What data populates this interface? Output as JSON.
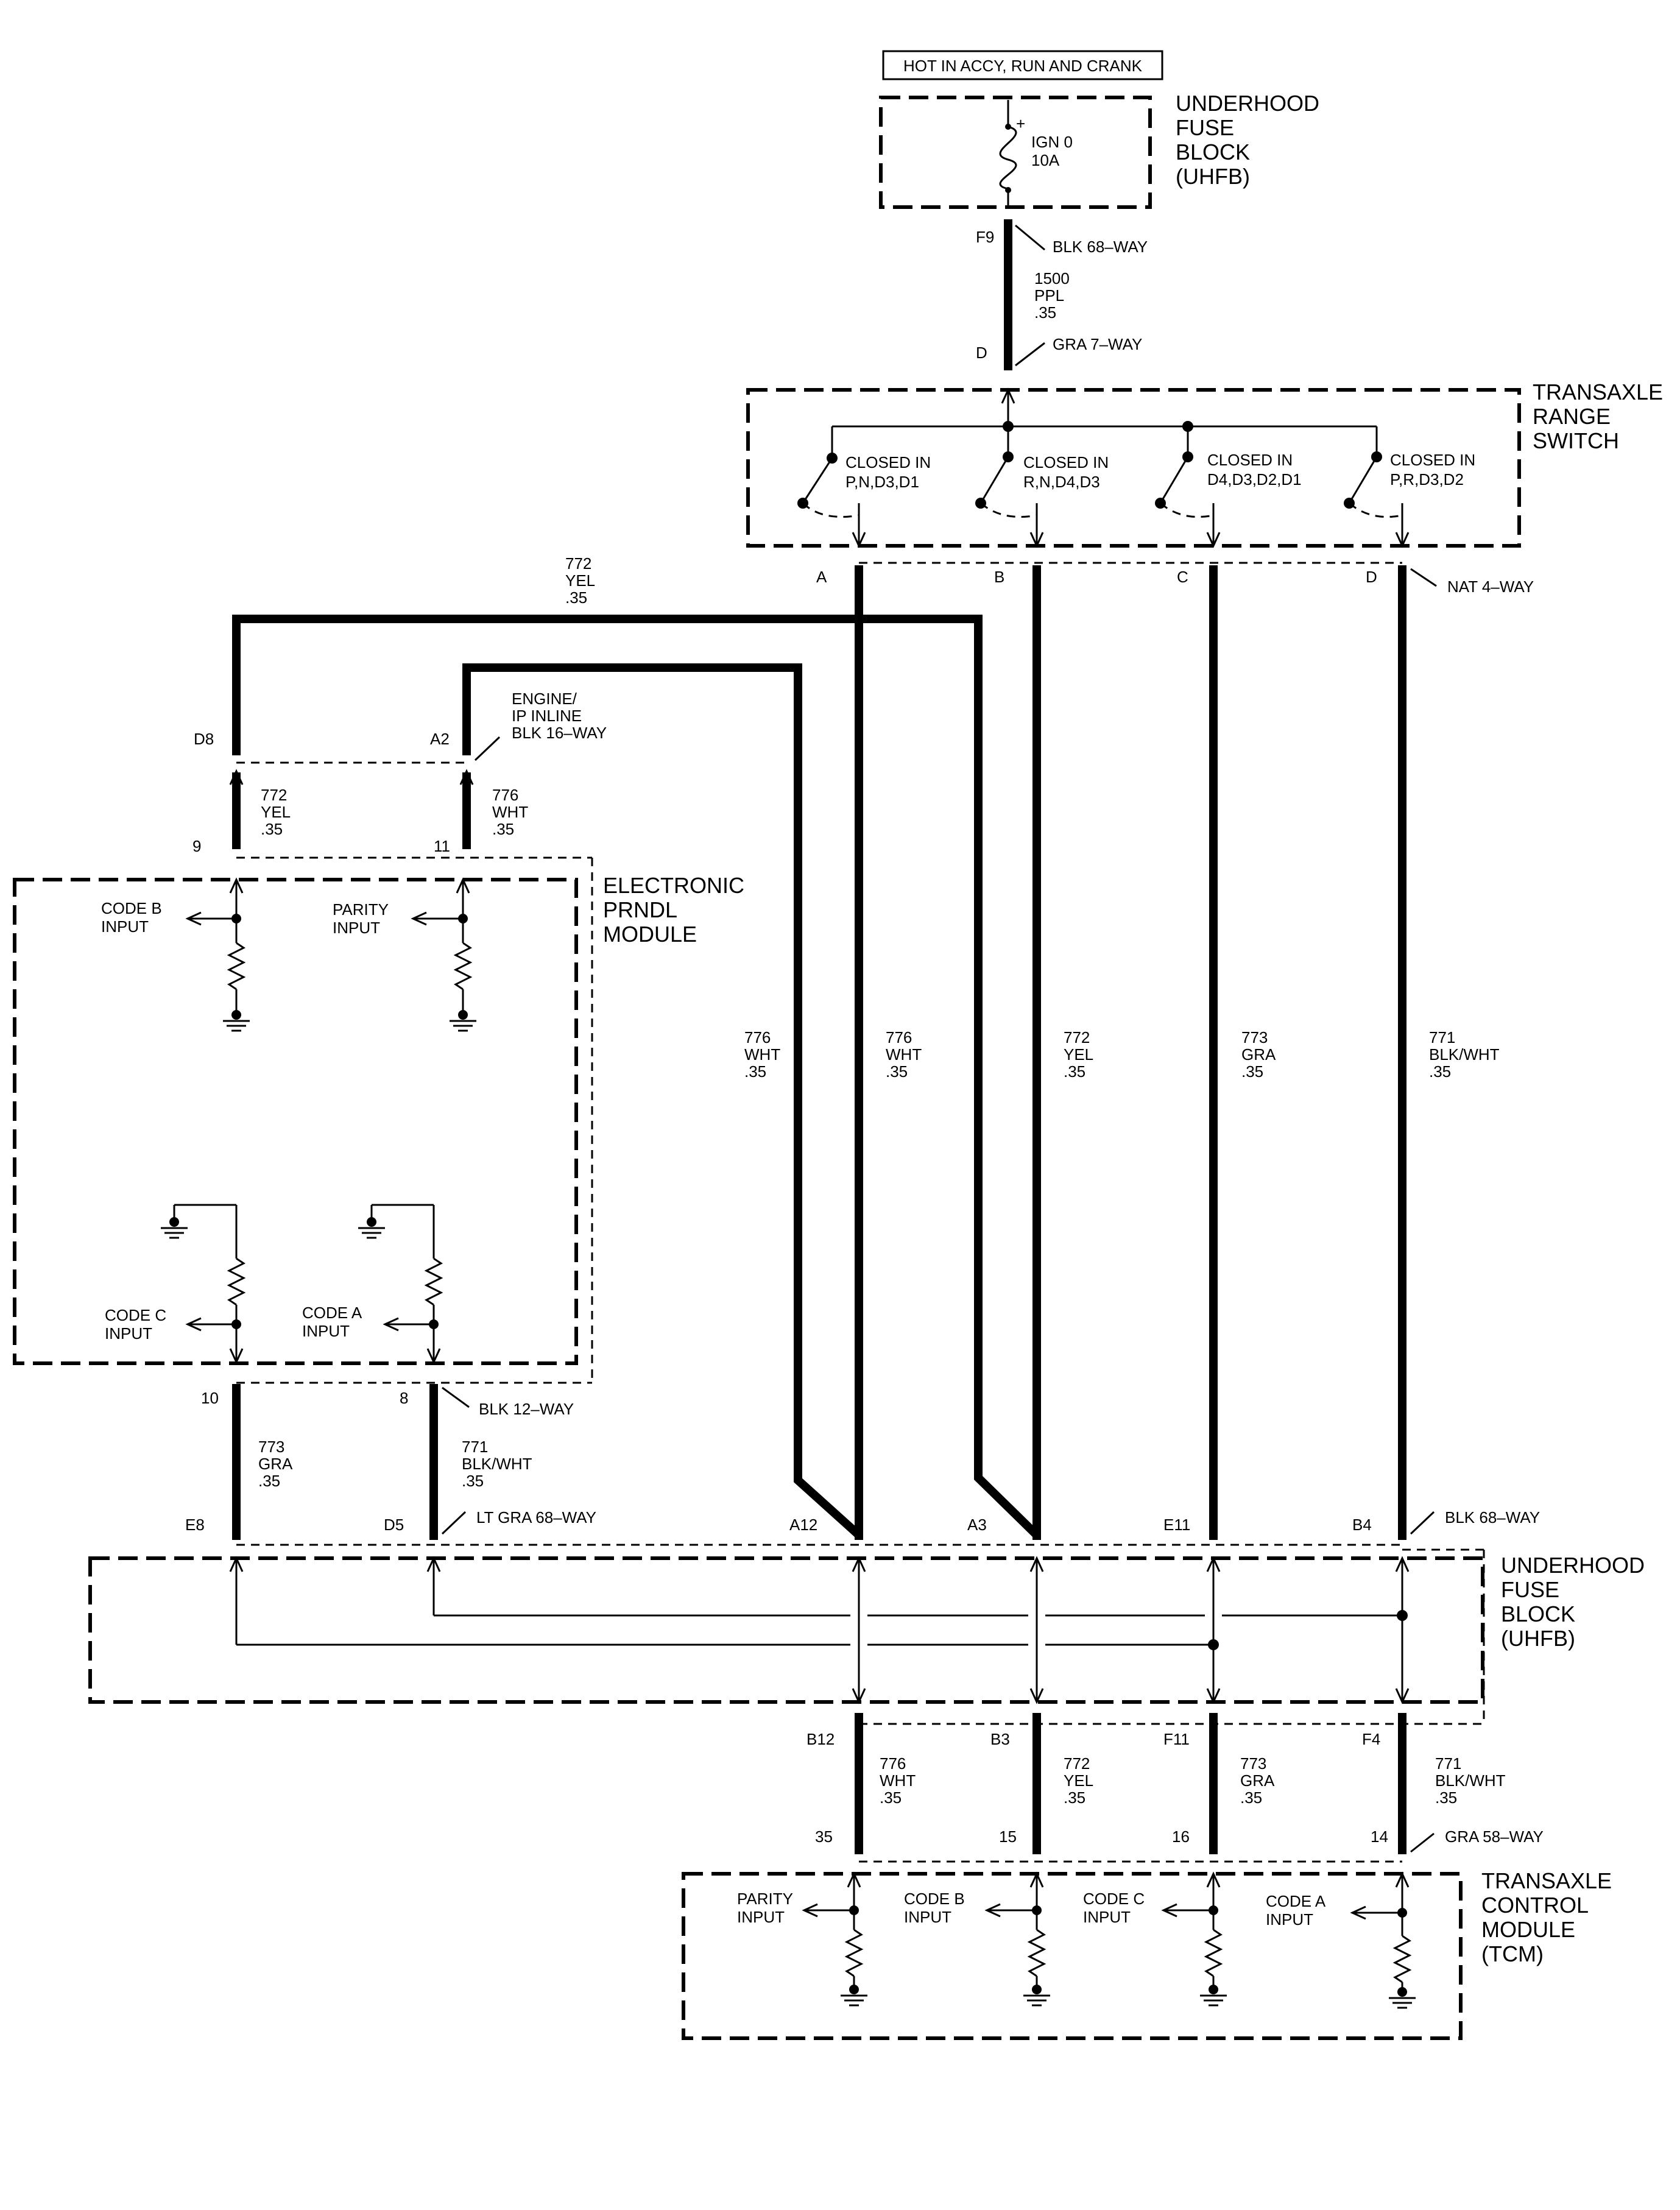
{
  "power_note": "HOT IN ACCY, RUN AND CRANK",
  "uhfb_top": {
    "title": [
      "UNDERHOOD",
      "FUSE",
      "BLOCK",
      "(UHFB)"
    ],
    "fuse_plus": "+",
    "fuse_name": "IGN 0",
    "fuse_rating": "10A",
    "pin": "F9",
    "connector": "BLK 68–WAY"
  },
  "feed_wire": {
    "circuit": "1500",
    "color": "PPL",
    "gauge": ".35"
  },
  "trs": {
    "pin_in": "D",
    "connector_in": "GRA 7–WAY",
    "title": [
      "TRANSAXLE",
      "RANGE",
      "SWITCH"
    ],
    "switches": [
      {
        "line1": "CLOSED IN",
        "line2": "P,N,D3,D1"
      },
      {
        "line1": "CLOSED IN",
        "line2": "R,N,D4,D3"
      },
      {
        "line1": "CLOSED IN",
        "line2": "D4,D3,D2,D1"
      },
      {
        "line1": "CLOSED IN",
        "line2": "P,R,D3,D2"
      }
    ],
    "out_pins": [
      "A",
      "B",
      "C",
      "D"
    ],
    "out_connector": "NAT 4–WAY"
  },
  "yel_top": {
    "circuit": "772",
    "color": "YEL",
    "gauge": ".35"
  },
  "inline": {
    "pin_d8": "D8",
    "pin_a2": "A2",
    "name": [
      "ENGINE/",
      "IP INLINE",
      "BLK 16–WAY"
    ]
  },
  "prndl_wires": [
    {
      "circuit": "772",
      "color": "YEL",
      "gauge": ".35",
      "pin": "9"
    },
    {
      "circuit": "776",
      "color": "WHT",
      "gauge": ".35",
      "pin": "11"
    }
  ],
  "prndl": {
    "title": [
      "ELECTRONIC",
      "PRNDL",
      "MODULE"
    ],
    "inputs": [
      {
        "line1": "CODE B",
        "line2": "INPUT"
      },
      {
        "line1": "PARITY",
        "line2": "INPUT"
      },
      {
        "line1": "CODE C",
        "line2": "INPUT"
      },
      {
        "line1": "CODE A",
        "line2": "INPUT"
      }
    ],
    "bottom_pins": [
      "10",
      "8"
    ],
    "bottom_connector": "BLK 12–WAY"
  },
  "prndl_bottom_wires": [
    {
      "circuit": "773",
      "color": "GRA",
      "gauge": ".35"
    },
    {
      "circuit": "771",
      "color": "BLK/WHT",
      "gauge": ".35"
    }
  ],
  "long_wires": [
    {
      "circuit": "776",
      "color": "WHT",
      "gauge": ".35"
    },
    {
      "circuit": "776",
      "color": "WHT",
      "gauge": ".35"
    },
    {
      "circuit": "772",
      "color": "YEL",
      "gauge": ".35"
    },
    {
      "circuit": "773",
      "color": "GRA",
      "gauge": ".35"
    },
    {
      "circuit": "771",
      "color": "BLK/WHT",
      "gauge": ".35"
    }
  ],
  "uhfb_bottom": {
    "title": [
      "UNDERHOOD",
      "FUSE",
      "BLOCK",
      "(UHFB)"
    ],
    "top_pins": [
      "E8",
      "D5",
      "A12",
      "A3",
      "E11",
      "B4"
    ],
    "connector_d5": "LT GRA 68–WAY",
    "connector_b4": "BLK 68–WAY",
    "bottom_pins": [
      "B12",
      "B3",
      "F11",
      "F4"
    ]
  },
  "tcm_wires": [
    {
      "circuit": "776",
      "color": "WHT",
      "gauge": ".35",
      "pin": "35"
    },
    {
      "circuit": "772",
      "color": "YEL",
      "gauge": ".35",
      "pin": "15"
    },
    {
      "circuit": "773",
      "color": "GRA",
      "gauge": ".35",
      "pin": "16"
    },
    {
      "circuit": "771",
      "color": "BLK/WHT",
      "gauge": ".35",
      "pin": "14"
    }
  ],
  "tcm": {
    "connector": "GRA 58–WAY",
    "title": [
      "TRANSAXLE",
      "CONTROL",
      "MODULE",
      "(TCM)"
    ],
    "inputs": [
      {
        "line1": "PARITY",
        "line2": "INPUT"
      },
      {
        "line1": "CODE B",
        "line2": "INPUT"
      },
      {
        "line1": "CODE C",
        "line2": "INPUT"
      },
      {
        "line1": "CODE A",
        "line2": "INPUT"
      }
    ]
  }
}
